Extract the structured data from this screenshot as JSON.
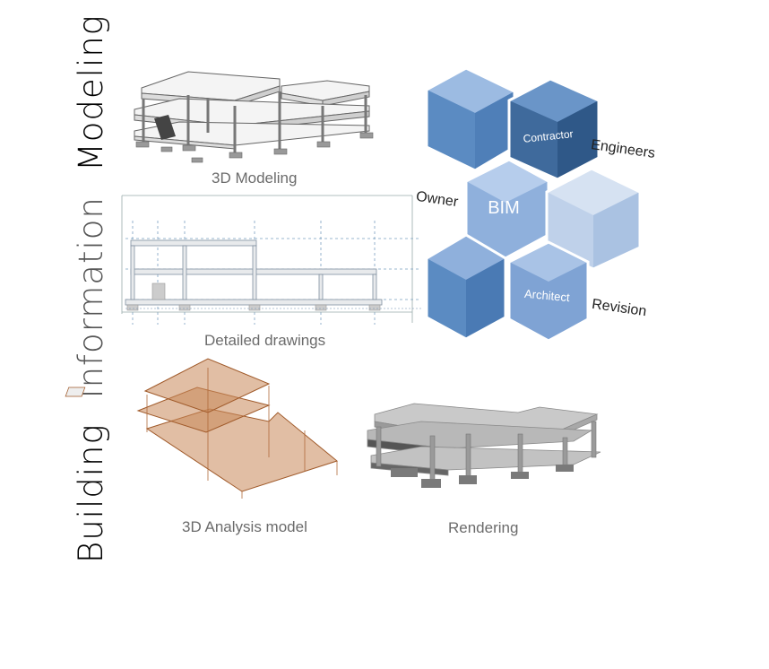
{
  "title": {
    "word1": "Building",
    "word2": "Information",
    "word3": "Modeling",
    "color1": "#000000",
    "color2": "#555555",
    "color3": "#000000"
  },
  "captions": {
    "modeling": "3D Modeling",
    "drawings": "Detailed drawings",
    "analysis": "3D Analysis model",
    "rendering": "Rendering"
  },
  "hexagons": {
    "center": "BIM",
    "contractor": "Contractor",
    "architect": "Architect",
    "outer_labels": {
      "engineers": "Engineers",
      "owner": "Owner",
      "revision": "Revision"
    },
    "colors": {
      "dark": "#3f6a9c",
      "mid": "#5b8bc2",
      "light": "#8fb0dc",
      "pale": "#bfd1ea"
    }
  }
}
